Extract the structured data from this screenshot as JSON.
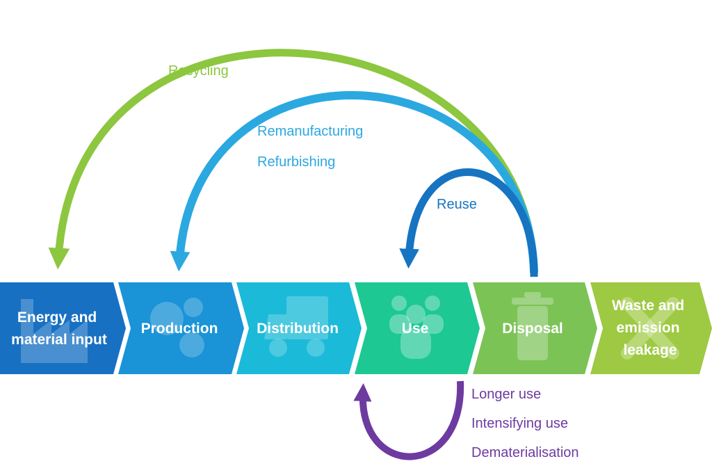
{
  "colors": {
    "recycling": "#8dc63f",
    "remanufacturing": "#2ba8e0",
    "reuse": "#1674c1",
    "inner_loop": "#6d3aa0",
    "icon_fill": "#ffffff"
  },
  "stages": [
    {
      "id": "energy",
      "lines": [
        "Energy and",
        "material input"
      ],
      "color": "#1870c2",
      "icon": "factory-icon"
    },
    {
      "id": "production",
      "lines": [
        "Production"
      ],
      "color": "#1a93d7",
      "icon": "gears-icon"
    },
    {
      "id": "distribution",
      "lines": [
        "Distribution"
      ],
      "color": "#1bbad8",
      "icon": "truck-icon"
    },
    {
      "id": "use",
      "lines": [
        "Use"
      ],
      "color": "#1dc892",
      "icon": "people-icon"
    },
    {
      "id": "disposal",
      "lines": [
        "Disposal"
      ],
      "color": "#7cc356",
      "icon": "trash-bin-icon"
    },
    {
      "id": "waste",
      "lines": [
        "Waste and",
        "emission",
        "leakage"
      ],
      "color": "#9ec942",
      "icon": "cross-icon"
    }
  ],
  "loops": {
    "recycling": {
      "label": "Recycling"
    },
    "remanufacturing": {
      "labels": [
        "Remanufacturing",
        "Refurbishing"
      ]
    },
    "reuse": {
      "label": "Reuse"
    },
    "use_extension": {
      "labels": [
        "Longer use",
        "Intensifying use",
        "Dematerialisation"
      ]
    }
  }
}
